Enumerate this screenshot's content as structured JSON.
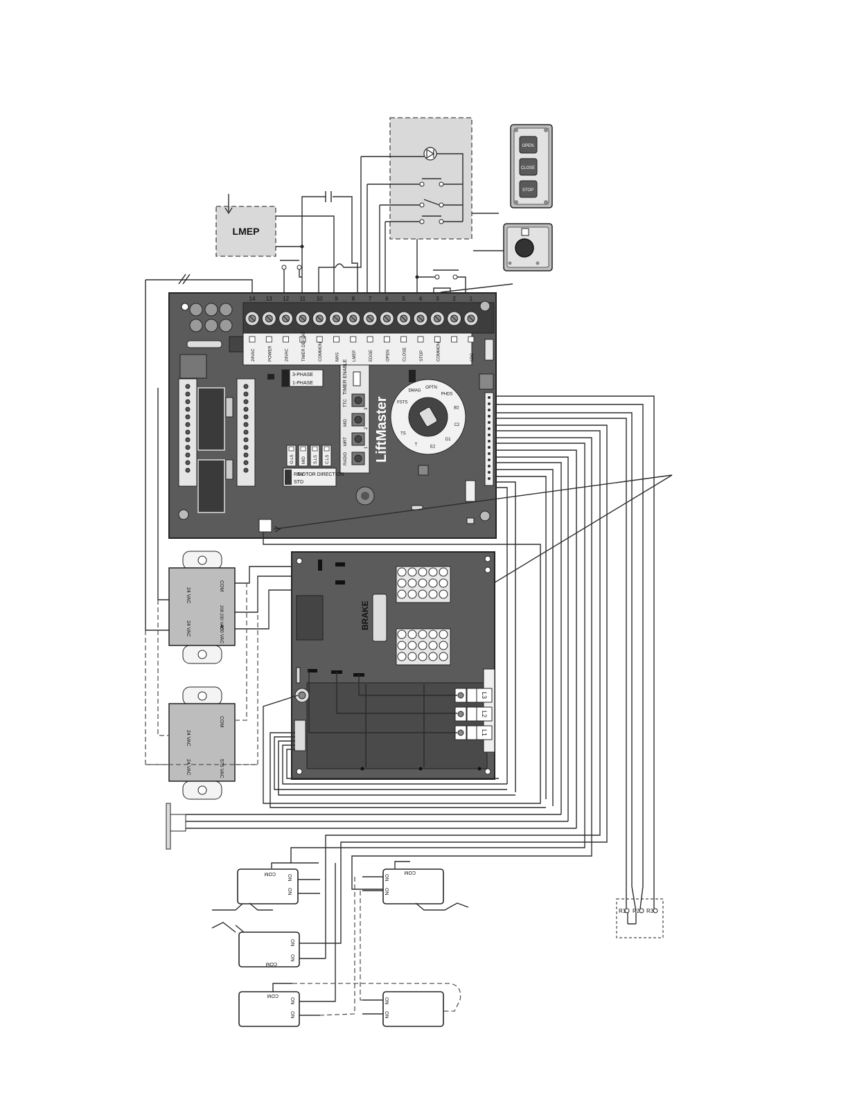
{
  "lmep_label": "LMEP",
  "control_station": {
    "open_label": "OPEN",
    "close_label": "CLOSE",
    "stop_label": "STOP"
  },
  "terminal_numbers": [
    "14",
    "13",
    "12",
    "11",
    "10",
    "9",
    "8",
    "7",
    "6",
    "5",
    "4",
    "3",
    "2",
    "1"
  ],
  "terminal_labels": [
    "24VAC",
    "POWER",
    "24VAC",
    "TIMER DEFEAT",
    "COMMON",
    "MAS",
    "LMEP",
    "EDGE",
    "OPEN",
    "CLOSE",
    "STOP",
    "COMMON",
    "",
    "SBC"
  ],
  "board": {
    "brand": "LiftMaster",
    "phase_options": [
      "3-PHASE",
      "1-PHASE"
    ],
    "timer_enable": "TIMER ENABLE",
    "buttons": [
      "TTC",
      "MID",
      "MRT",
      "RADIO"
    ],
    "button_numbers": [
      "3",
      "2",
      "1"
    ],
    "limit_labels": [
      "O.LS",
      "MID",
      "S.LS",
      "C.LS"
    ],
    "rev_std": [
      "REV",
      "STD"
    ],
    "motor_direction": "MOTOR DIRECTION",
    "dial_positions": [
      "FSTS",
      "DMAG",
      "OPTN",
      "PHDS",
      "B2",
      "C2",
      "D1",
      "E2",
      "T",
      "TS"
    ]
  },
  "transformer_upper": {
    "left_top": "24 VAC",
    "left_bottom": "24 VAC",
    "right_top": "COM",
    "right_mid": "208 230 VAC",
    "right_bottom": "460 VAC"
  },
  "transformer_lower": {
    "left_top": "24 VAC",
    "left_bottom": "24 VAC",
    "right_top": "COM",
    "right_bottom": "575 VAC"
  },
  "power_board": {
    "brake_label": "BRAKE",
    "line_terminals": [
      "L3",
      "L2",
      "L1"
    ]
  },
  "limit_switch": {
    "com_label": "COM",
    "on_label": "ON"
  },
  "relay_box": {
    "labels": [
      "R1",
      "R2",
      "R3"
    ]
  }
}
